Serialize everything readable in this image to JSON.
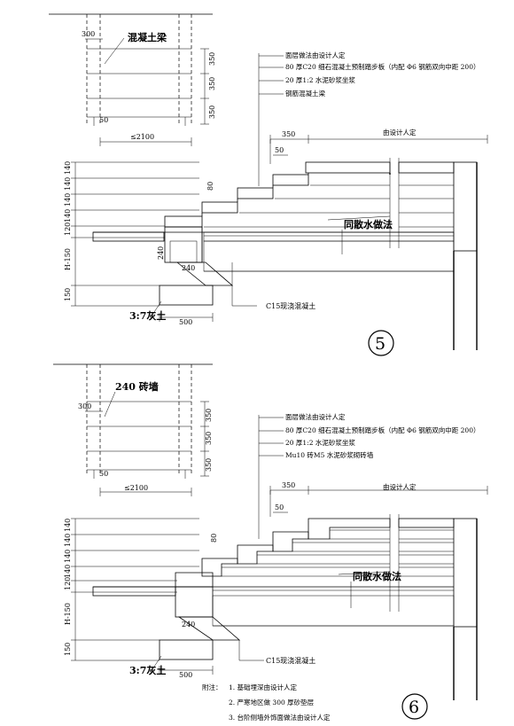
{
  "detail5": {
    "beam_label": "混凝土梁",
    "dim_300": "300",
    "dim_350": "350",
    "dim_2100": "≤2100",
    "notes": [
      "面层做法由设计人定",
      "80 厚C20 细石混凝土预制踏步板（内配 Φ6 钢筋双向中距 200）",
      "20 厚1:2 水泥砂浆坐浆",
      "钢筋混凝土梁"
    ],
    "top_dim_350": "350",
    "designer": "由设计人定",
    "dim_50": "50",
    "dim_80": "80",
    "left_dims": [
      "140",
      "140",
      "140",
      "140",
      "120"
    ],
    "h150": "H-150",
    "dim_150": "150",
    "dim_240": "240",
    "dim_240b": "240",
    "ground_label": "同散水做法",
    "concrete_label": "C15现浇混凝土",
    "lime_label": "3:7灰土",
    "dim_500": "500",
    "detail_no": "5"
  },
  "detail6": {
    "wall_label": "240 砖墙",
    "dim_300": "300",
    "dim_350": "350",
    "dim_2100": "≤2100",
    "notes": [
      "面层做法由设计人定",
      "80 厚C20 细石混凝土预制踏步板（内配 Φ6 钢筋双向中距 200）",
      "20 厚1:2 水泥砂浆坐浆",
      "Mu10 砖M5 水泥砂浆砌砖墙"
    ],
    "top_dim_350": "350",
    "designer": "由设计人定",
    "dim_50": "50",
    "dim_80": "80",
    "left_dims": [
      "140",
      "140",
      "140",
      "140",
      "120"
    ],
    "h150": "H-150",
    "dim_150": "150",
    "dim_240": "240",
    "ground_label": "同散水做法",
    "concrete_label": "C15现浇混凝土",
    "lime_label": "3:7灰土",
    "dim_500": "500",
    "detail_no": "6"
  },
  "footnotes": {
    "title": "附注：",
    "items": [
      "1. 基础埋深由设计人定",
      "2. 严寒地区做 300 厚砂垫层",
      "3. 台阶侧墙外饰面做法由设计人定"
    ]
  }
}
